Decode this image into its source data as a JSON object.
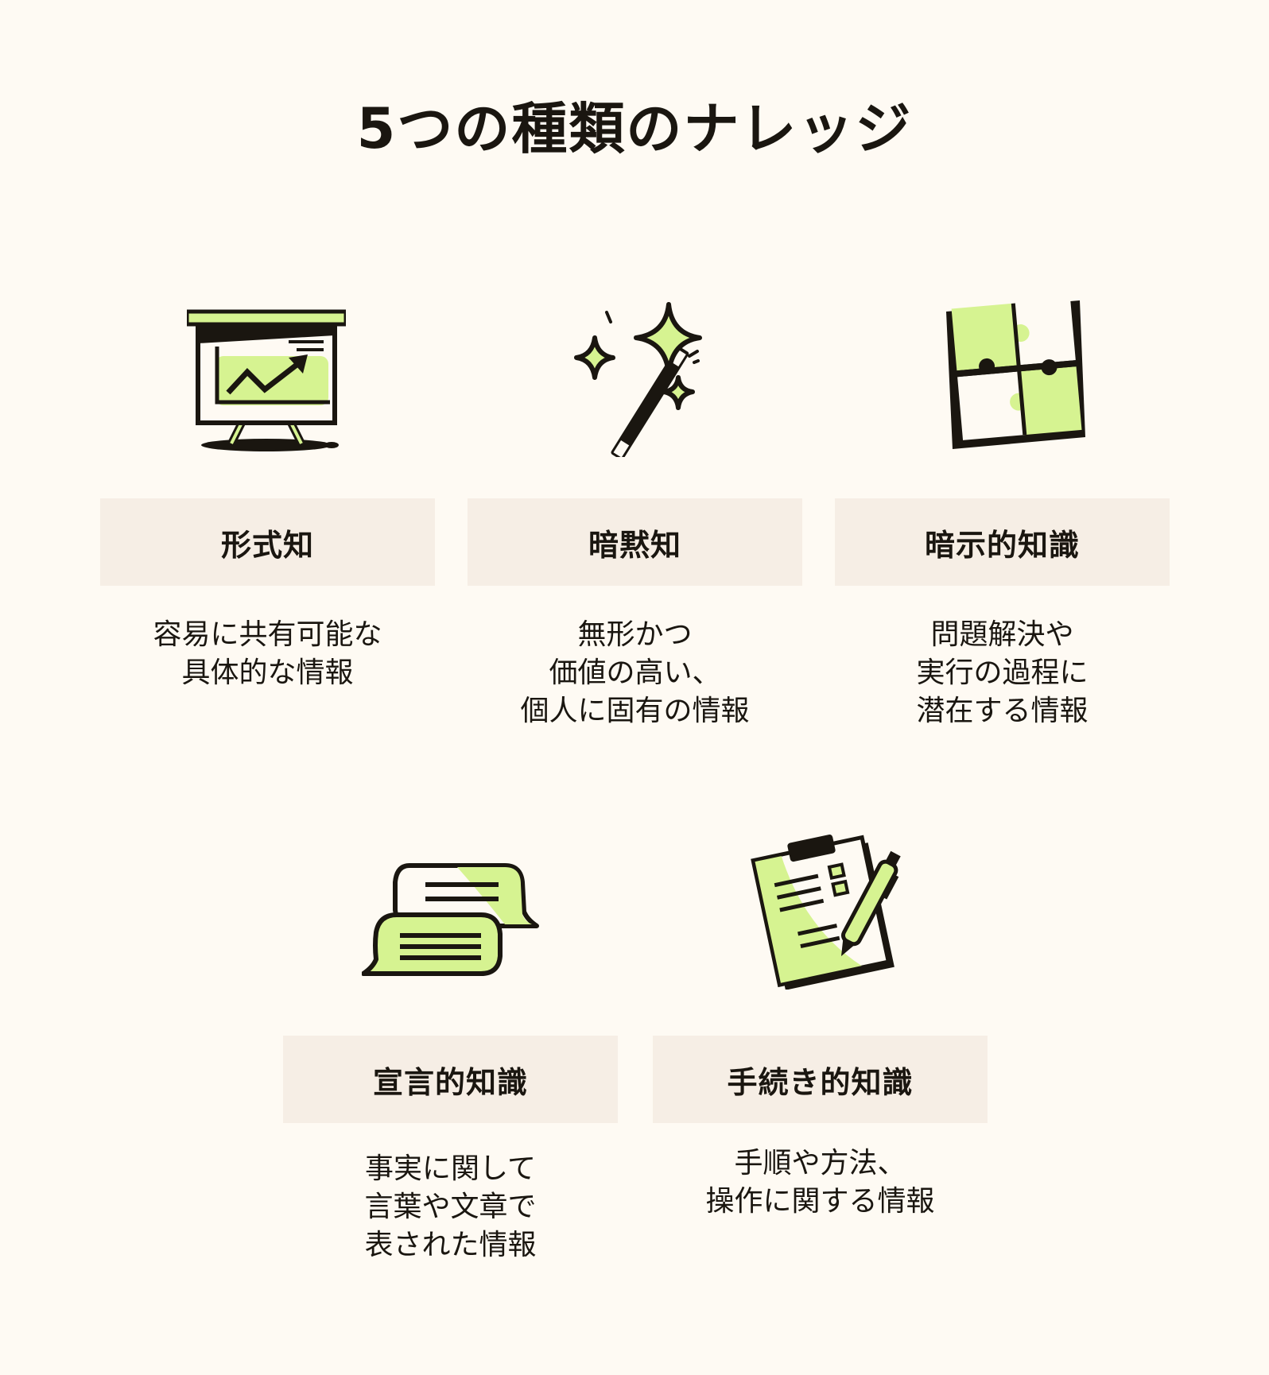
{
  "title": "5つの種類のナレッジ",
  "colors": {
    "background": "#FEFAF3",
    "label_box": "#F6EEE5",
    "accent_green": "#D6F391",
    "ink": "#1A1610"
  },
  "cards": [
    {
      "icon": "presentation-chart-icon",
      "label": "形式知",
      "description": "容易に共有可能な\n具体的な情報"
    },
    {
      "icon": "magic-wand-icon",
      "label": "暗黙知",
      "description": "無形かつ\n価値の高い、\n個人に固有の情報"
    },
    {
      "icon": "puzzle-icon",
      "label": "暗示的知識",
      "description": "問題解決や\n実行の過程に\n潜在する情報"
    },
    {
      "icon": "speech-bubbles-icon",
      "label": "宣言的知識",
      "description": "事実に関して\n言葉や文章で\n表された情報"
    },
    {
      "icon": "clipboard-pen-icon",
      "label": "手続き的知識",
      "description": "手順や方法、\n操作に関する情報"
    }
  ]
}
